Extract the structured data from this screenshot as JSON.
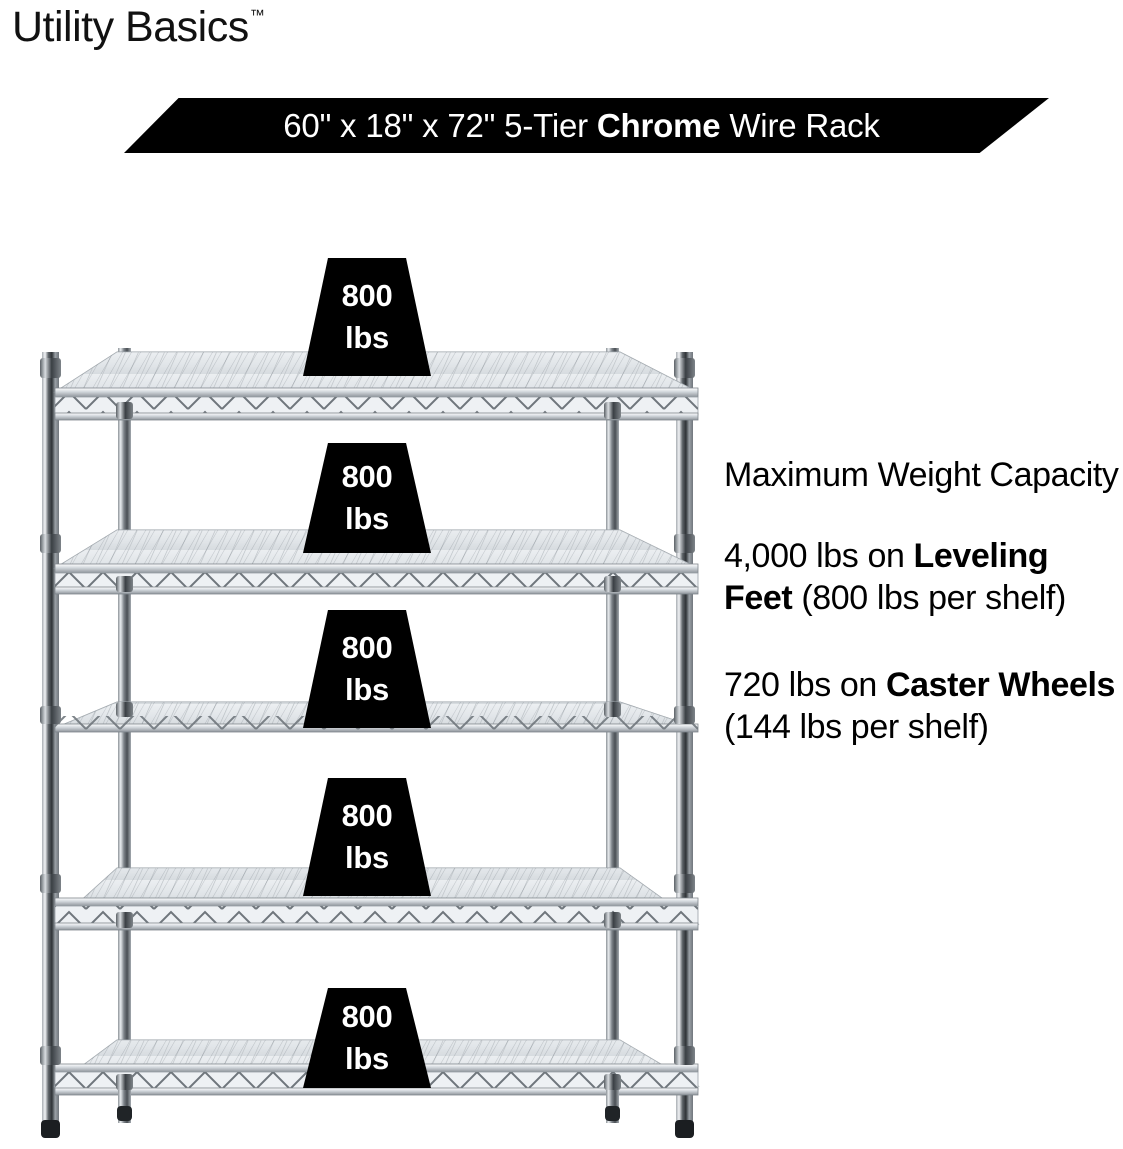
{
  "brand": {
    "name": "Utility Basics",
    "trademark": "™"
  },
  "banner": {
    "prefix": "60\" x 18\" x 72\" 5-Tier ",
    "emphasis": "Chrome",
    "suffix": " Wire Rack",
    "full_text": "60\" x 18\" x 72\" 5-Tier Chrome Wire Rack",
    "background_color": "#000000",
    "text_color": "#FFFFFF"
  },
  "product": {
    "name": "5-Tier Chrome Wire Rack",
    "shelf_count": 5,
    "badge_color": "#000000",
    "badge_text_color": "#FFFFFF"
  },
  "badges": [
    {
      "number": "800",
      "unit": "lbs"
    },
    {
      "number": "800",
      "unit": "lbs"
    },
    {
      "number": "800",
      "unit": "lbs"
    },
    {
      "number": "800",
      "unit": "lbs"
    },
    {
      "number": "800",
      "unit": "lbs"
    }
  ],
  "copy": {
    "heading": "Maximum Weight Capacity",
    "paragraphs": [
      {
        "lead": "4,000 lbs on ",
        "emphasis": "Leveling Feet",
        "tail": " (800 lbs per shelf)",
        "full_text": "4,000 lbs on Leveling Feet (800 lbs per shelf)"
      },
      {
        "lead": "720 lbs on ",
        "emphasis": "Caster Wheels",
        "tail": " (144 lbs per shelf)",
        "full_text": "720 lbs on Caster Wheels (144 lbs per shelf)"
      }
    ]
  }
}
